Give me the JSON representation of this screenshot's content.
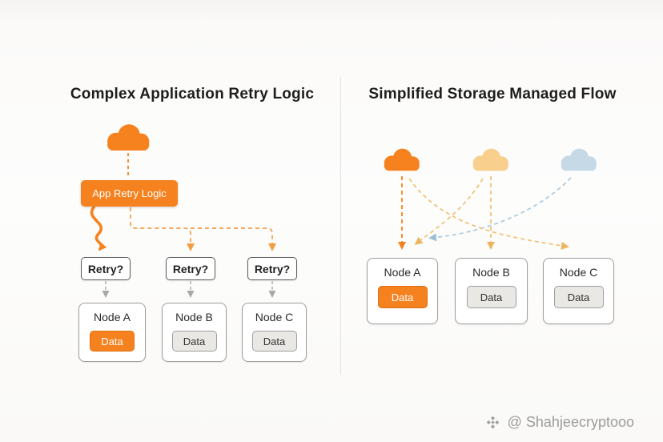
{
  "left_panel": {
    "title": "Complex Application Retry Logic",
    "cloud_icon": "cloud-orange",
    "retry_logic_label": "App Retry Logic",
    "retry_boxes": [
      {
        "label": "Retry?"
      },
      {
        "label": "Retry?"
      },
      {
        "label": "Retry?"
      }
    ],
    "nodes": [
      {
        "label": "Node A",
        "data_label": "Data",
        "highlight": true
      },
      {
        "label": "Node B",
        "data_label": "Data",
        "highlight": false
      },
      {
        "label": "Node C",
        "data_label": "Data",
        "highlight": false
      }
    ]
  },
  "right_panel": {
    "title": "Simplified Storage Managed Flow",
    "cloud_icons": [
      "cloud-orange",
      "cloud-amber",
      "cloud-blue"
    ],
    "nodes": [
      {
        "label": "Node A",
        "data_label": "Data",
        "highlight": true
      },
      {
        "label": "Node B",
        "data_label": "Data",
        "highlight": false
      },
      {
        "label": "Node C",
        "data_label": "Data",
        "highlight": false
      }
    ]
  },
  "watermark": {
    "handle": "@ Shahjeecryptooo",
    "logo": "binance-diamond-logo"
  },
  "colors": {
    "orange": "#f5821f",
    "orange_light": "#f29e45",
    "amber": "#f2bf72",
    "blue": "#aac9db",
    "gray_line": "#b3b3b3"
  }
}
